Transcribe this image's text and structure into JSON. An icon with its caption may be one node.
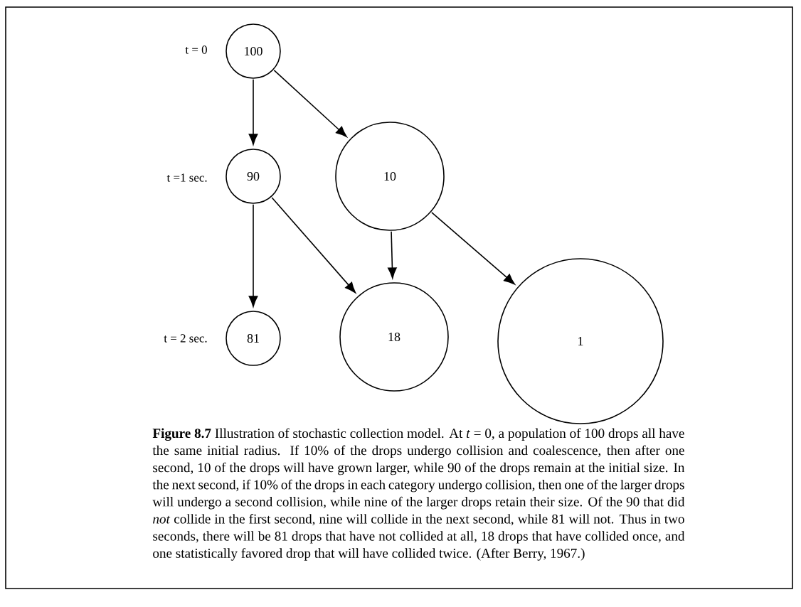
{
  "diagram": {
    "caption": "**Figure 8.7** Illustration of stochastic collection model.  At *t* = 0, a population of 100 drops all have the same initial radius.  If 10% of the drops undergo collision and coalescence, then after one second, 10 of the drops will have grown larger, while 90 of the drops remain at the initial size.  In the next second, if 10% of the drops in each category undergo collision, then one of the larger drops will undergo a second collision, while nine of the larger drops retain their size.  Of the 90 that did *not* collide in the first second, nine will collide in the next second, while 81 will not.  Thus in two seconds, there will be 81 drops that have not collided at all, 18 drops that have collided once, and one statistically favored drop that will have collided twice.  (After Berry, 1967.)",
    "nodes": [
      {
        "text": [
          "100"
        ]
      },
      {
        "text": [
          "90"
        ]
      },
      {
        "text": [
          "10"
        ]
      },
      {
        "text": [
          "81"
        ]
      },
      {
        "text": [
          "18"
        ]
      },
      {
        "text": [
          "1"
        ]
      }
    ],
    "edges": [
      {
        "from": 0,
        "to": 1,
        "arrow": "to"
      },
      {
        "from": 0,
        "to": 2,
        "arrow": "to"
      },
      {
        "from": 1,
        "to": 3,
        "arrow": "to"
      },
      {
        "from": 1,
        "to": 4,
        "arrow": "to"
      },
      {
        "from": 2,
        "to": 4,
        "arrow": "to"
      },
      {
        "from": 2,
        "to": 5,
        "arrow": "to"
      }
    ],
    "labels": [
      "t = 0",
      "t =1 sec.",
      "t = 2 sec."
    ]
  }
}
